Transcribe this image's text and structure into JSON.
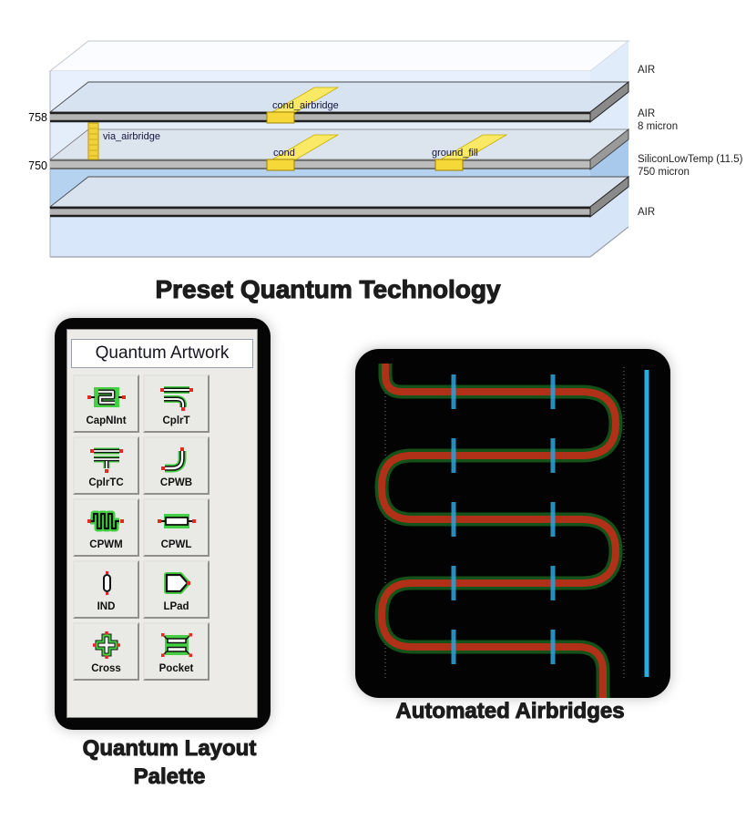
{
  "stack_diagram": {
    "title": "Preset Quantum Technology",
    "ticks": {
      "t758": "758",
      "t750": "750"
    },
    "right_labels": {
      "air_top": "AIR",
      "air_gap_line1": "AIR",
      "air_gap_line2": "8 micron",
      "substrate_line1": "SiliconLowTemp (11.5)",
      "substrate_line2": "750 micron",
      "air_bottom": "AIR"
    },
    "net_labels": {
      "cond_airbridge": "cond_airbridge",
      "via_airbridge": "via_airbridge",
      "cond": "cond",
      "ground_fill": "ground_fill"
    }
  },
  "palette": {
    "window_title": "Quantum Artwork",
    "caption_line1": "Quantum Layout",
    "caption_line2": "Palette",
    "items": [
      {
        "label": "CapNInt",
        "icon": "interdigital-capacitor-icon"
      },
      {
        "label": "CplrT",
        "icon": "coupler-tee-icon"
      },
      {
        "label": "CplrTC",
        "icon": "coupler-tee-capacitor-icon"
      },
      {
        "label": "CPWB",
        "icon": "cpw-bend-icon"
      },
      {
        "label": "CPWM",
        "icon": "cpw-meander-icon"
      },
      {
        "label": "CPWL",
        "icon": "cpw-line-icon"
      },
      {
        "label": "IND",
        "icon": "inductor-icon"
      },
      {
        "label": "LPad",
        "icon": "launch-pad-icon"
      },
      {
        "label": "Cross",
        "icon": "cross-junction-icon"
      },
      {
        "label": "Pocket",
        "icon": "pocket-icon"
      }
    ]
  },
  "airbridges_panel": {
    "caption": "Automated Airbridges"
  },
  "colors": {
    "trace_red": "#b03018",
    "trace_outline_green": "#15521a",
    "airbridge_blue": "#2f9fd4",
    "edge_cyan": "#25aee6",
    "conductor_yellow": "#f6d939",
    "silicon_blue": "#b5d3f1",
    "air_blue": "#e4eefb",
    "palette_green": "#44cf44",
    "pin_red": "#e8281e"
  }
}
